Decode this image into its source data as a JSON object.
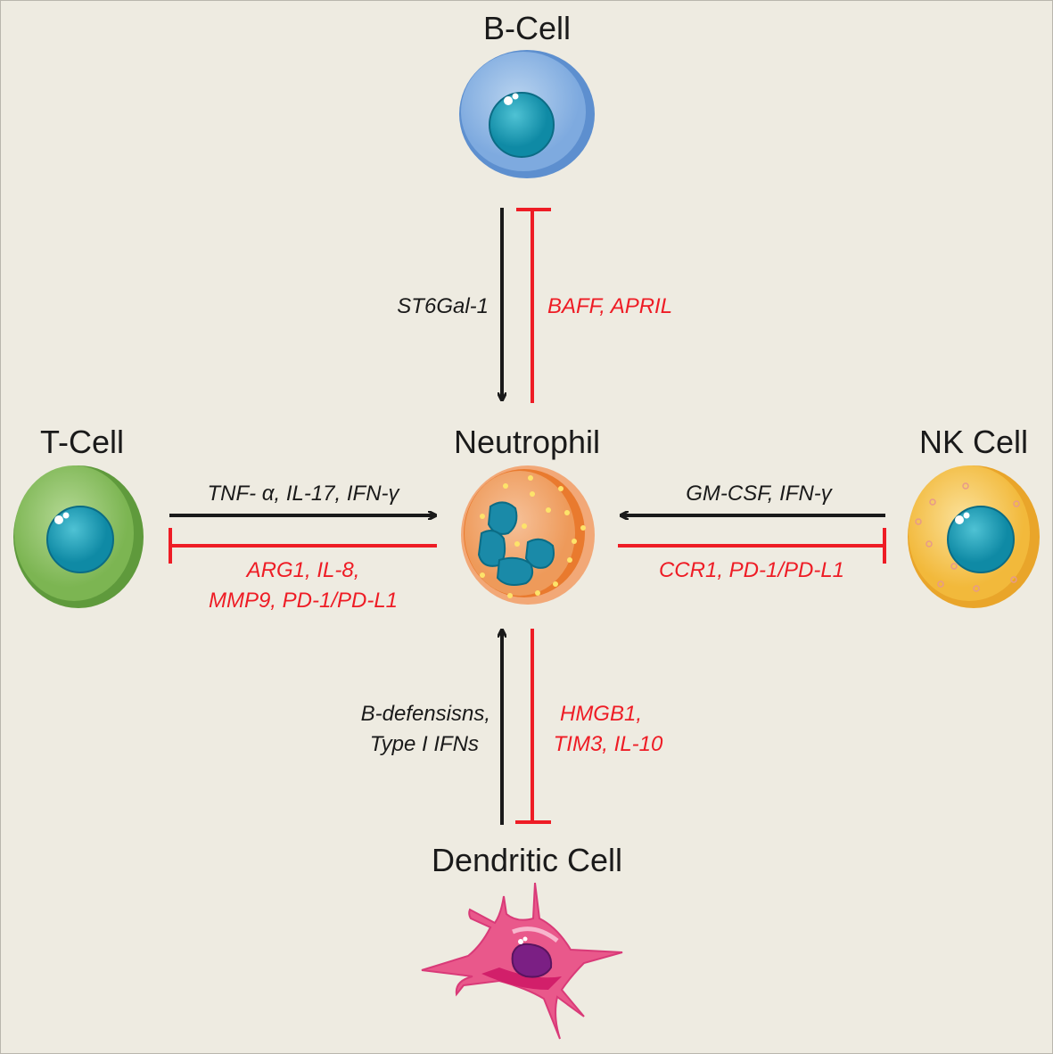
{
  "cells": {
    "b_cell": "B-Cell",
    "t_cell": "T-Cell",
    "neutrophil": "Neutrophil",
    "nk_cell": "NK Cell",
    "dendritic_cell": "Dendritic Cell"
  },
  "interactions": {
    "b_to_neutrophil": "ST6Gal-1",
    "neutrophil_inhibits_b": "BAFF, APRIL",
    "t_to_neutrophil": "TNF- α, IL-17, IFN-γ",
    "neutrophil_inhibits_t": [
      "ARG1, IL-8,",
      "MMP9, PD-1/PD-L1"
    ],
    "nk_to_neutrophil": "GM-CSF, IFN-γ",
    "neutrophil_inhibits_nk": "CCR1, PD-1/PD-L1",
    "dc_to_neutrophil": [
      "B-defensisns,",
      "Type I IFNs"
    ],
    "neutrophil_inhibits_dc": [
      "HMGB1,",
      "TIM3, IL-10"
    ]
  },
  "colors": {
    "activation": "#1a1a1a",
    "inhibition": "#ee1c25",
    "background": "#eeebe1"
  }
}
